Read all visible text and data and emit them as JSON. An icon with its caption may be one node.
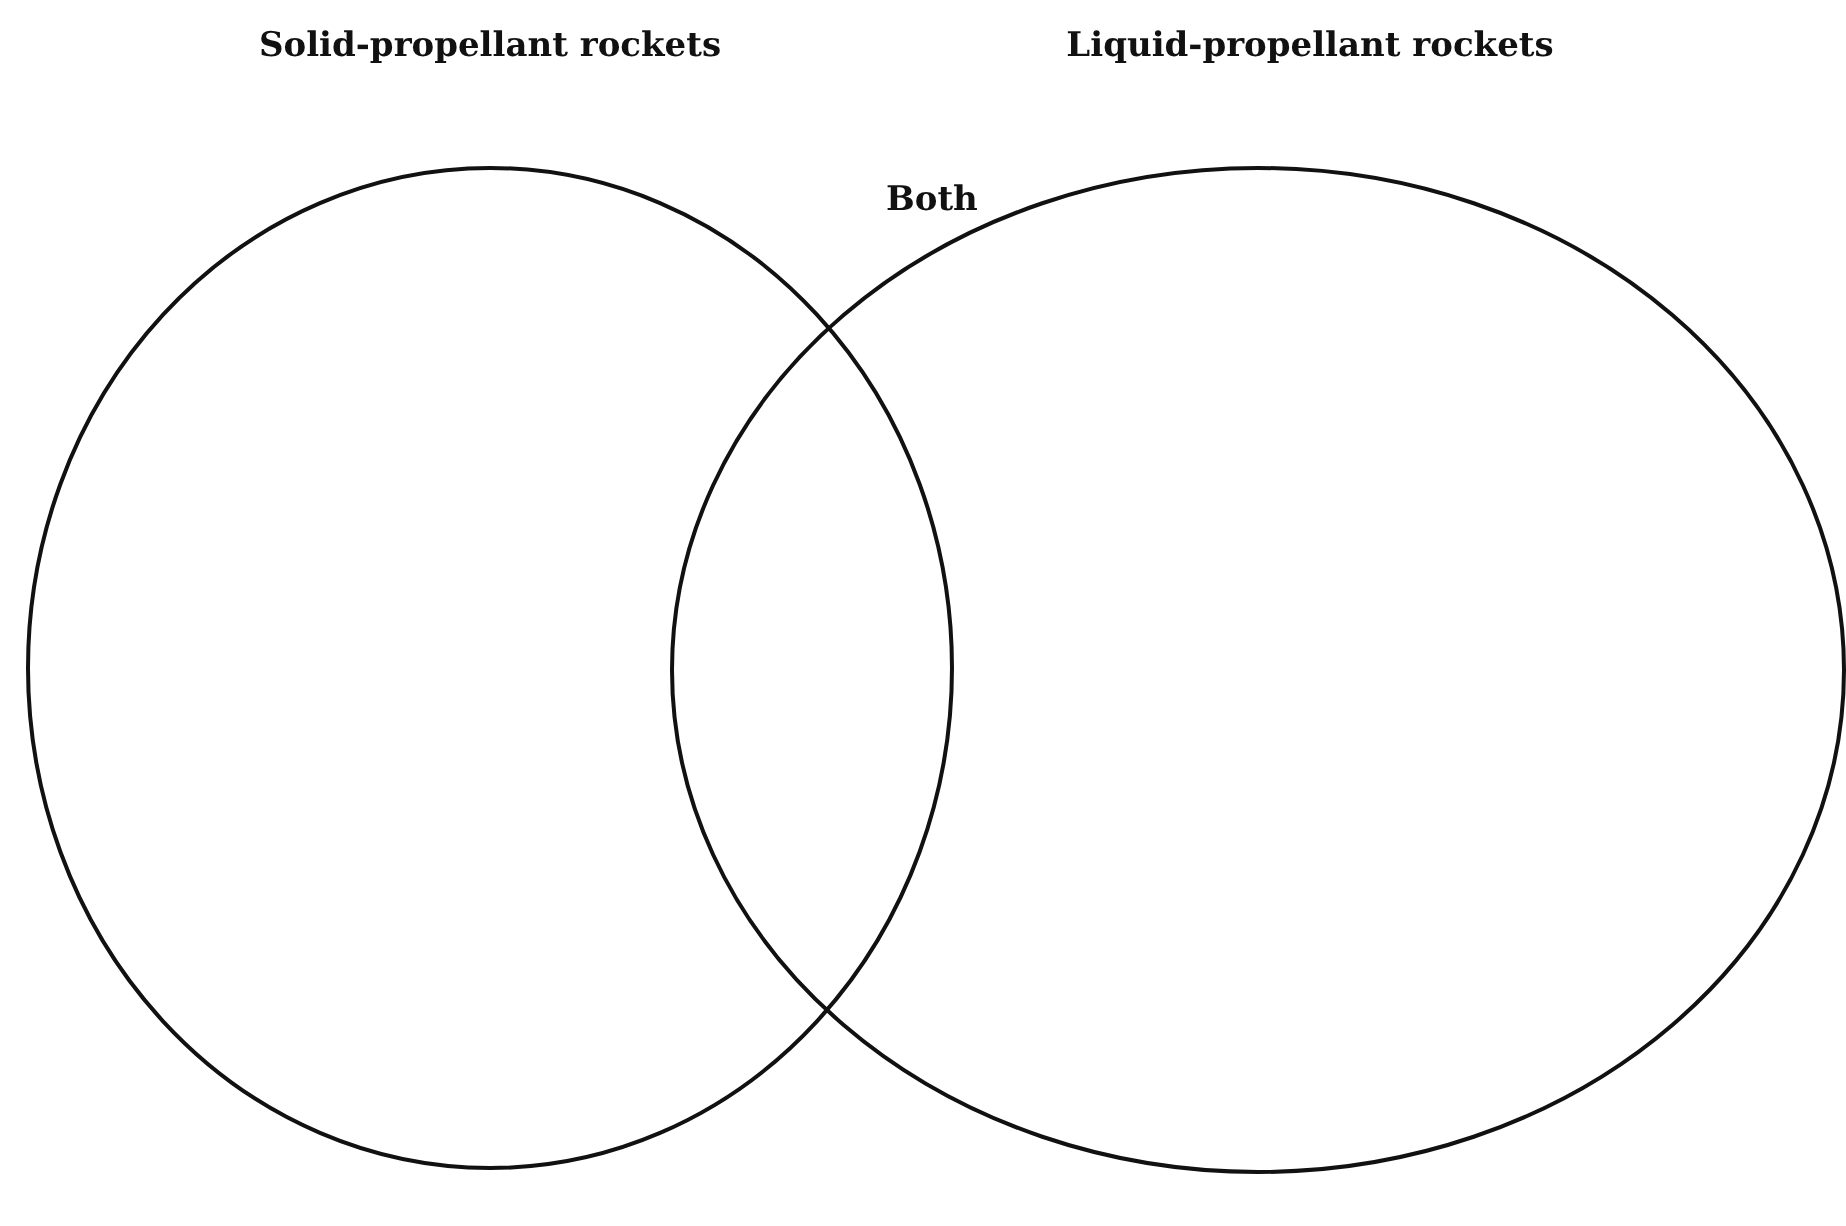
{
  "diagram": {
    "nodes": [
      {
        "text": [
          "Solid-propellant rockets"
        ]
      },
      {
        "text": [
          "Liquid-propellant rockets"
        ]
      }
    ],
    "labels": [
      "Both"
    ]
  }
}
